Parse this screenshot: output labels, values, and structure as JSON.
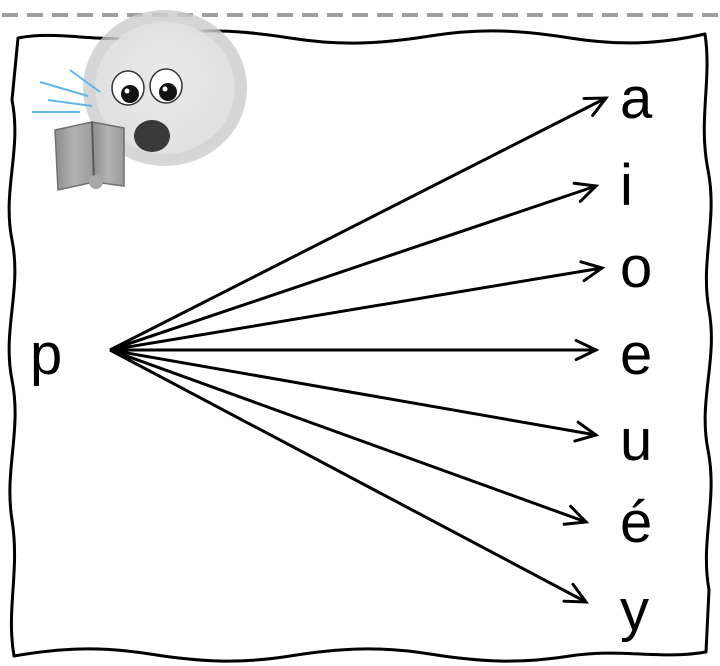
{
  "diagram": {
    "source_letter": "p",
    "target_letters": [
      "a",
      "i",
      "o",
      "e",
      "u",
      "é",
      "y"
    ]
  },
  "mascot": {
    "icon": "fuzzy-reader-mascot-icon"
  },
  "colors": {
    "frame": "#000000",
    "dashed_rule": "#9e9e9e",
    "arrow": "#000000",
    "text": "#000000"
  }
}
